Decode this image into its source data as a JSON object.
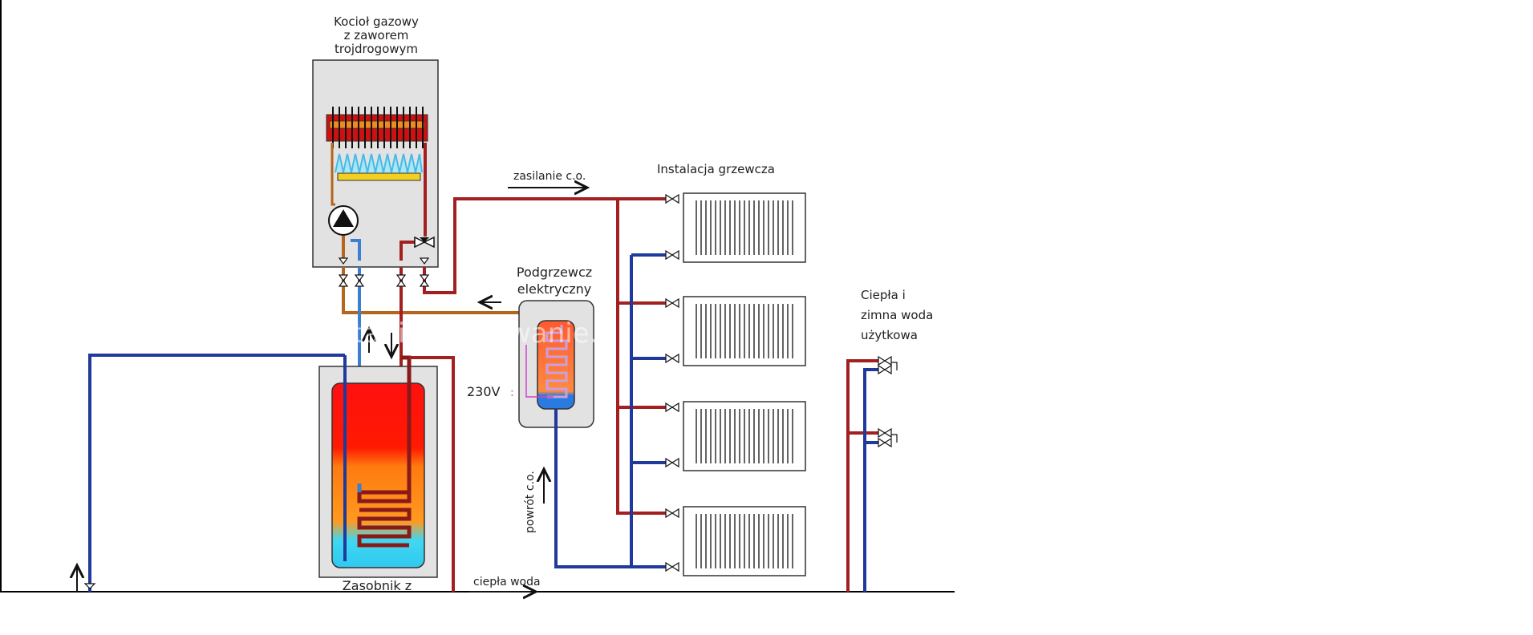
{
  "labels": {
    "boiler_line1": "Kocioł gazowy",
    "boiler_line2": "z zaworem",
    "boiler_line3": "trojdrogowym",
    "heating_install": "Instalacja grzewcza",
    "supply": "zasilanie c.o.",
    "heater_line1": "Podgrzewcz",
    "heater_line2": "elektryczny",
    "voltage": "230V",
    "return": "powrót c.o.",
    "watermark": "tanie-ogrzewanie.pl",
    "water_line1": "Ciepła i",
    "water_line2": "zimna woda",
    "water_line3": "użytkowa",
    "tank": "Zasobnik z",
    "hot_water": "ciepła woda"
  },
  "colors": {
    "hot_pipe": "#a32020",
    "cold_pipe": "#1f3a9a",
    "mid_pipe": "#b5651d",
    "light_blue_pipe": "#3a7fd0",
    "box_fill": "#e2e2e2",
    "flame": "#66ccee",
    "burner": "#f0d020"
  }
}
